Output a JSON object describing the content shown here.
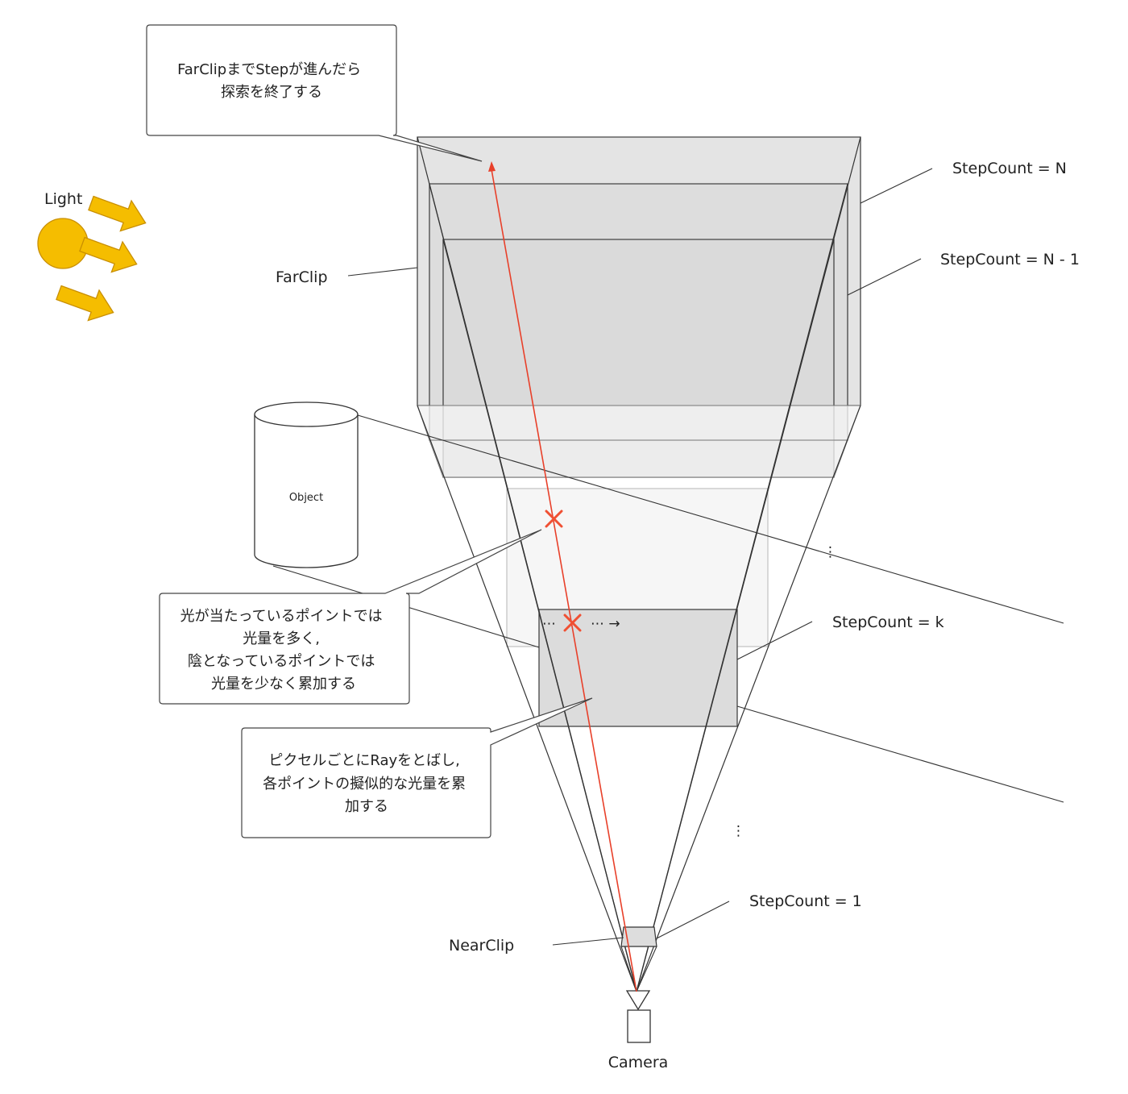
{
  "labels": {
    "light": "Light",
    "far_clip": "FarClip",
    "near_clip": "NearClip",
    "camera": "Camera",
    "object": "Object",
    "step_n": "StepCount = N",
    "step_n_minus_1": "StepCount = N - 1",
    "step_k": "StepCount = k",
    "step_1": "StepCount = 1",
    "ellipsis_left": "⋯",
    "ellipsis_right": "⋯ →",
    "vdots_1": "⋮",
    "vdots_2": "⋮"
  },
  "callouts": {
    "farclip_end": [
      "FarClipまでStepが進んだら",
      "探索を終了する"
    ],
    "light_accumulate": [
      "光が当たっているポイントでは",
      "光量を多く,",
      "陰となっているポイントでは",
      "光量を少なく累加する"
    ],
    "ray_per_pixel": [
      "ピクセルごとにRayをとばし,",
      "各ポイントの擬似的な光量を累",
      "加する"
    ]
  },
  "colors": {
    "ray": "#e8402a",
    "marker": "#f05033",
    "light": "#f5bd00",
    "light_stroke": "#c98f00",
    "plane_fill": "#d8d8d8",
    "line": "#333333"
  }
}
